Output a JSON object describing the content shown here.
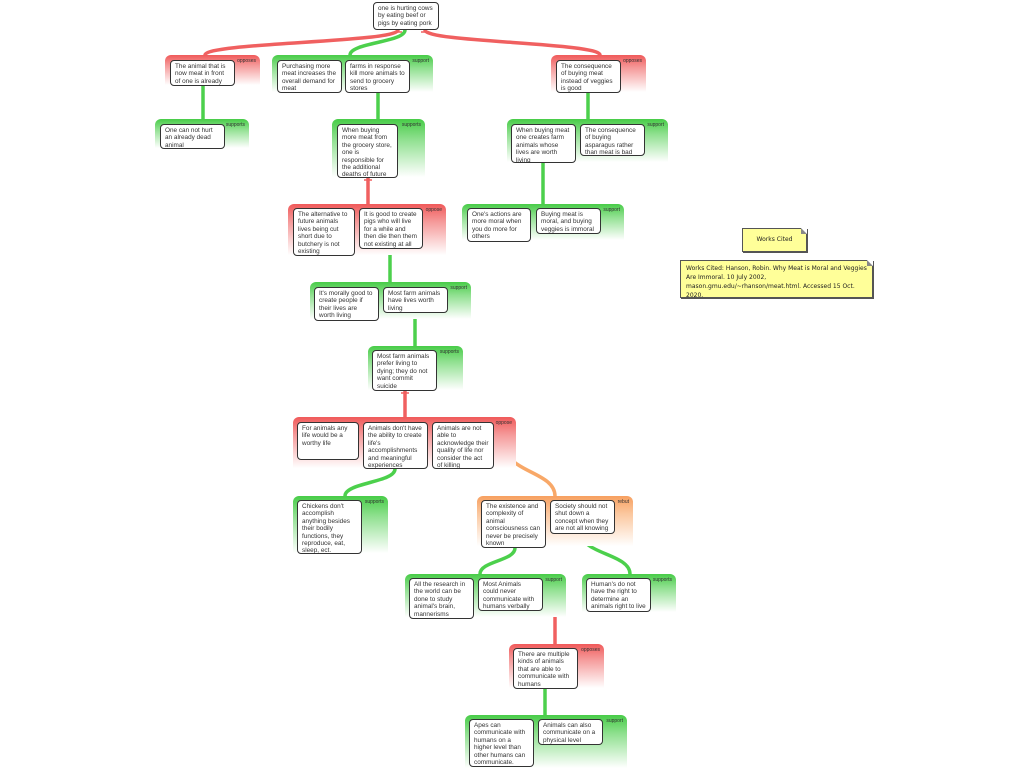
{
  "root": "one is hurting cows by eating beef or pigs by eating pork",
  "colors": {
    "support": "#4cd04c",
    "oppose": "#f06060",
    "rebut": "#f8a868"
  },
  "groups": [
    {
      "label": "opposes",
      "type": "red",
      "boxes": [
        "The animal that is now meat in front of one is already dead"
      ]
    },
    {
      "label": "support",
      "type": "green",
      "boxes": [
        "Purchasing more meat increases the overall demand for meat",
        "farms in response kill more animals to send to grocery stores"
      ]
    },
    {
      "label": "opposes",
      "type": "red",
      "boxes": [
        "The consequence of buying meat instead of veggies is good"
      ]
    },
    {
      "label": "supports",
      "type": "green",
      "boxes": [
        "One can not hurt an already dead animal"
      ]
    },
    {
      "label": "supports",
      "type": "green",
      "boxes": [
        "When buying more meat from the grocery store, one is responsible for the additional deaths of future farm animals"
      ]
    },
    {
      "label": "support",
      "type": "green",
      "boxes": [
        "When buying meat one creates farm animals whose lives are worth living",
        "The consequence of buying asparagus rather than meat is bad"
      ]
    },
    {
      "label": "oppose",
      "type": "red",
      "boxes": [
        "The alternative to future animals lives being cut short due to butchery is not existing",
        "It is good to create pigs who will live for a while and then die then  them not existing at all"
      ]
    },
    {
      "label": "support",
      "type": "green",
      "boxes": [
        "One's actions are more moral when you do more for others",
        "Buying meat is moral, and buying veggies is immoral"
      ]
    },
    {
      "label": "support",
      "type": "green",
      "boxes": [
        "It's morally good to create people if their lives are worth living",
        "Most farm animals have lives worth living"
      ]
    },
    {
      "label": "supports",
      "type": "green",
      "boxes": [
        "Most farm animals prefer living to dying; they do not want commit suicide"
      ]
    },
    {
      "label": "oppose",
      "type": "red",
      "boxes": [
        "For animals any life would be a worthy life",
        "Animals don't have the ability to create life's accomplishments and meaningful experiences",
        "Animals are not able to acknowledge their quality of life nor consider the act of killing themselves"
      ]
    },
    {
      "label": "supports",
      "type": "green",
      "boxes": [
        "Chickens don't accomplish anything besides their bodily functions, they reproduce, eat, sleep, ect."
      ]
    },
    {
      "label": "rebut",
      "type": "orange",
      "boxes": [
        "The existence and complexity of animal consciousness can never be precisely known",
        "Society should not shut down a concept when they are not all knowing"
      ]
    },
    {
      "label": "support",
      "type": "green",
      "boxes": [
        "All the research in the world can be done to study animal's brain, mannerisms",
        "Most Animals could never communicate with humans verbally"
      ]
    },
    {
      "label": "supports",
      "type": "green",
      "boxes": [
        "Human's do not have the right to determine an animals right to live"
      ]
    },
    {
      "label": "opposes",
      "type": "red",
      "boxes": [
        "There are multiple kinds of animals that are able to communicate with humans"
      ]
    },
    {
      "label": "support",
      "type": "green",
      "boxes": [
        "Apes can communicate with humans on a higher level than other humans can communicate.",
        "Animals can also communicate on a physical level"
      ]
    }
  ],
  "notes": {
    "title": "Works Cited",
    "citation": "Works Cited:  Hanson, Robin. Why Meat is Moral and Veggies Are Immoral. 10 July 2002, mason.gmu.edu/~rhanson/meat.html. Accessed 15 Oct. 2020."
  }
}
